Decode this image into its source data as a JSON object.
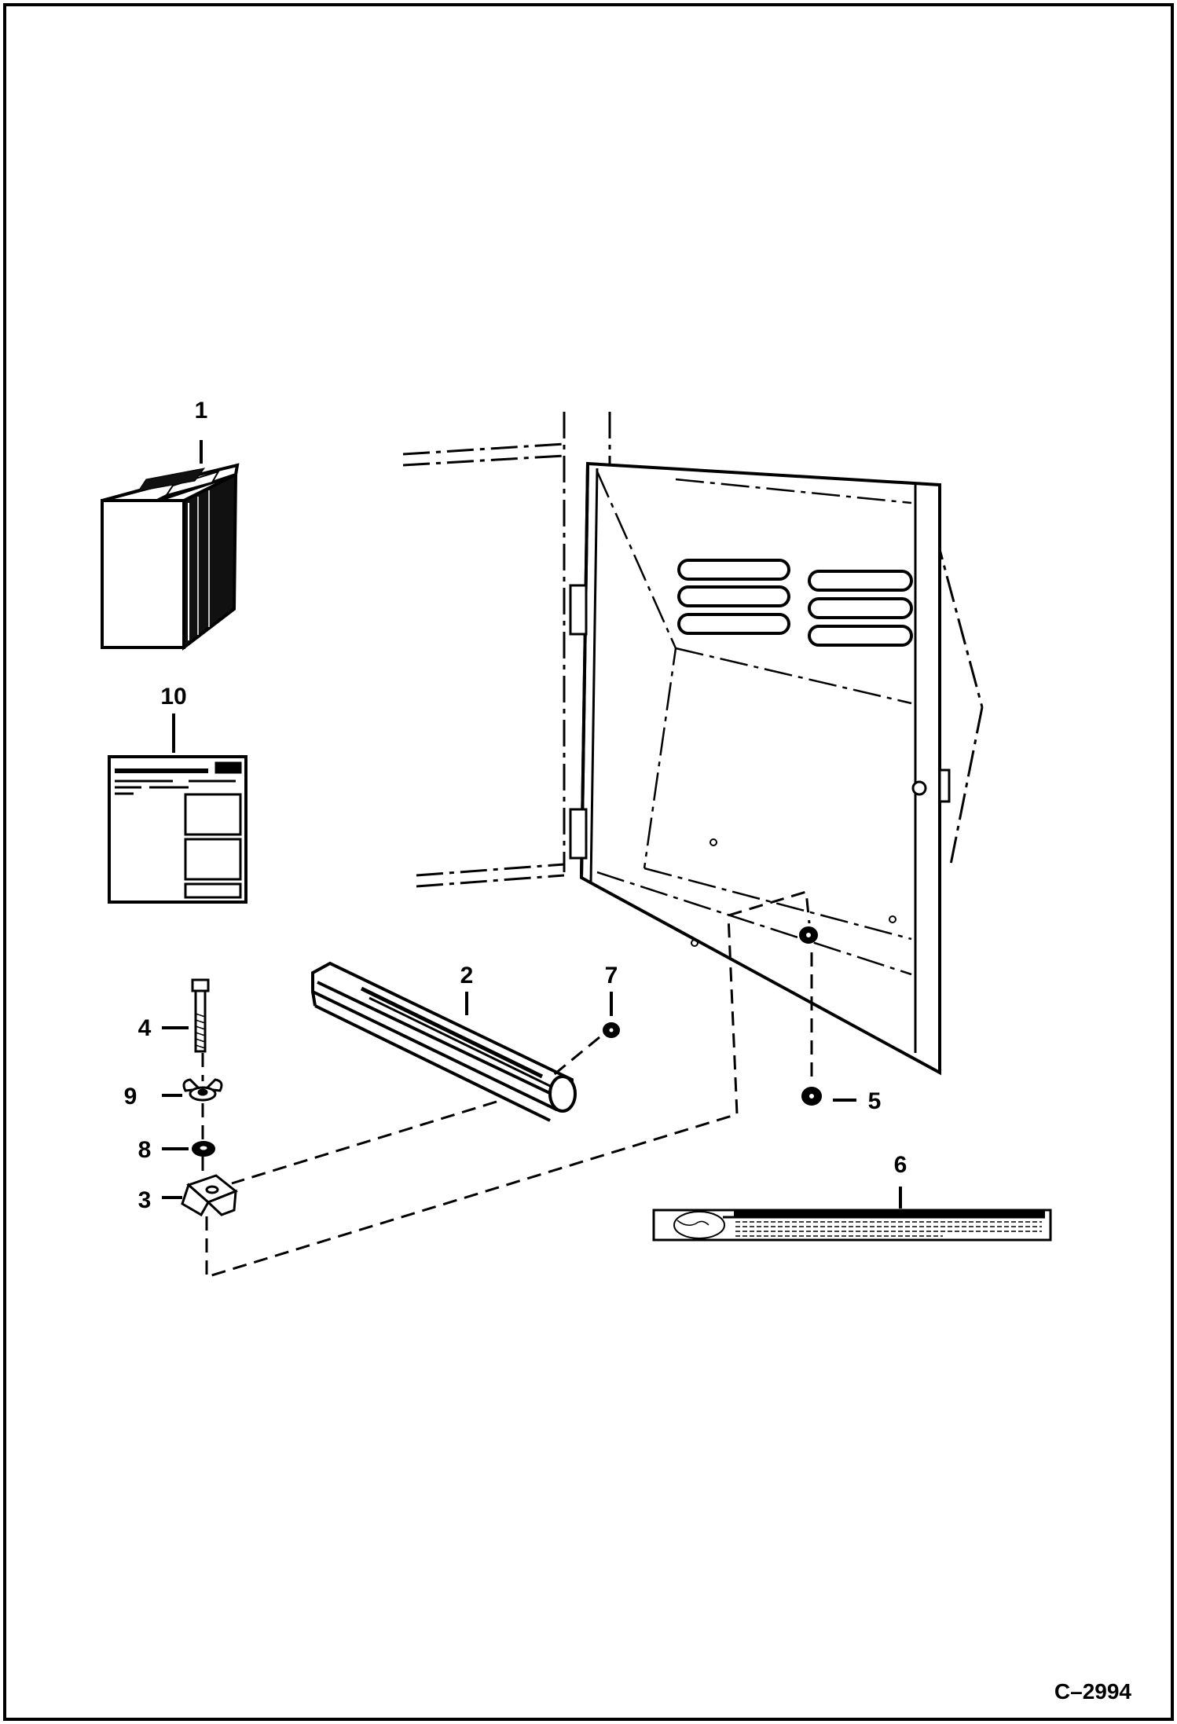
{
  "diagram": {
    "figure_id": "C–2994",
    "callouts": [
      {
        "id": "1",
        "label": "1"
      },
      {
        "id": "2",
        "label": "2"
      },
      {
        "id": "3",
        "label": "3"
      },
      {
        "id": "4",
        "label": "4"
      },
      {
        "id": "5",
        "label": "5"
      },
      {
        "id": "6",
        "label": "6"
      },
      {
        "id": "7",
        "label": "7"
      },
      {
        "id": "8",
        "label": "8"
      },
      {
        "id": "9",
        "label": "9"
      },
      {
        "id": "10",
        "label": "10"
      }
    ],
    "parts": [
      {
        "callout": "1",
        "name": "box-kit",
        "icon": "box-icon"
      },
      {
        "callout": "2",
        "name": "rubber-seal-strip",
        "icon": "seal-strip-icon"
      },
      {
        "callout": "3",
        "name": "latch-bracket",
        "icon": "bracket-icon"
      },
      {
        "callout": "4",
        "name": "bolt",
        "icon": "bolt-icon"
      },
      {
        "callout": "5",
        "name": "nut",
        "icon": "nut-icon"
      },
      {
        "callout": "6",
        "name": "decal",
        "icon": "decal-icon"
      },
      {
        "callout": "7",
        "name": "nut",
        "icon": "nut-icon"
      },
      {
        "callout": "8",
        "name": "washer",
        "icon": "washer-icon"
      },
      {
        "callout": "9",
        "name": "wing-nut",
        "icon": "wing-nut-icon"
      },
      {
        "callout": "10",
        "name": "instruction-sheet",
        "icon": "instruction-sheet-icon"
      }
    ]
  }
}
